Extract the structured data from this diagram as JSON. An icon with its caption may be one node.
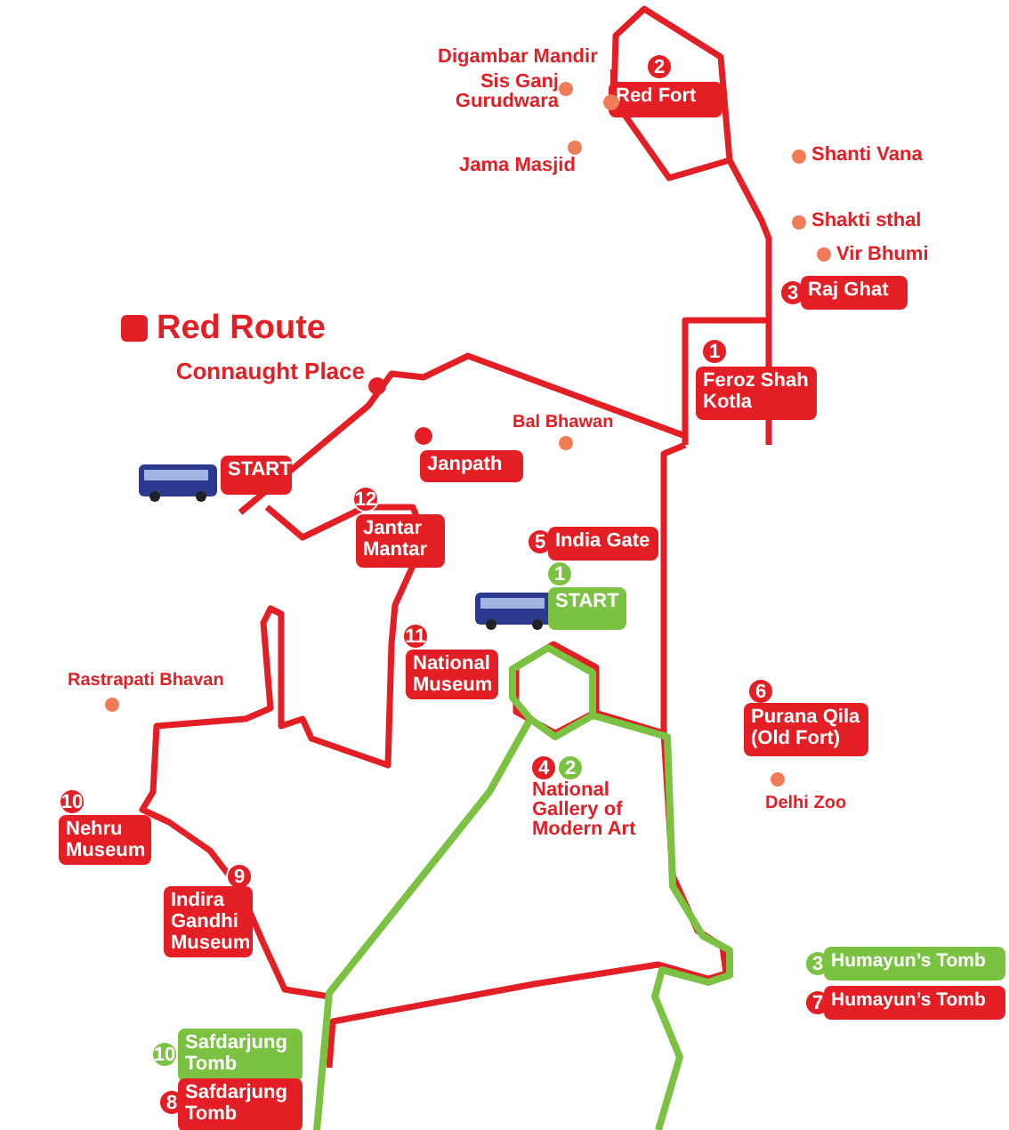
{
  "diagram": {
    "nodes": [
      {
        "text": [
          "2",
          "Red Fort"
        ]
      },
      {
        "text": [
          "3",
          "Raj Ghat"
        ]
      },
      {
        "text": [
          "1",
          "Feroz Shah Kotla"
        ]
      },
      {
        "text": [
          "START"
        ]
      },
      {
        "text": [
          "Janpath"
        ]
      },
      {
        "text": [
          "12",
          "Jantar Mantar"
        ]
      },
      {
        "text": [
          "5",
          "India Gate"
        ]
      },
      {
        "text": [
          "1",
          "START"
        ]
      },
      {
        "text": [
          "11",
          "National Museum"
        ]
      },
      {
        "text": [
          "6",
          "Purana Qila (Old Fort)"
        ]
      },
      {
        "text": [
          "10",
          "Nehru Museum"
        ]
      },
      {
        "text": [
          "9",
          "Indira Gandhi Museum"
        ]
      },
      {
        "text": [
          "3",
          "Humayun’s Tomb"
        ]
      },
      {
        "text": [
          "7",
          "Humayun’s Tomb"
        ]
      },
      {
        "text": [
          "10",
          "Safdarjung Tomb"
        ]
      },
      {
        "text": [
          "8",
          "Safdarjung Tomb"
        ]
      },
      {
        "text": [
          "Digambar Mandir"
        ]
      },
      {
        "text": [],
        "shape": "circle"
      }
    ],
    "edges": [
      {
        "from": 16,
        "to": 17,
        "arrow": "none"
      }
    ],
    "labels": [
      "Connaught Place",
      "Sis Ganj Gurudwara",
      "Jama Masjid",
      "Shanti Vana",
      "Shakti sthal",
      "Vir Bhumi",
      "Bal Bhawan",
      "Rastrapati Bhavan",
      "4",
      "2",
      "National Gallery of Modern Art",
      "Delhi Zoo"
    ],
    "legend": [
      {
        "text": "Red Route",
        "color": "#e31e24"
      }
    ]
  }
}
